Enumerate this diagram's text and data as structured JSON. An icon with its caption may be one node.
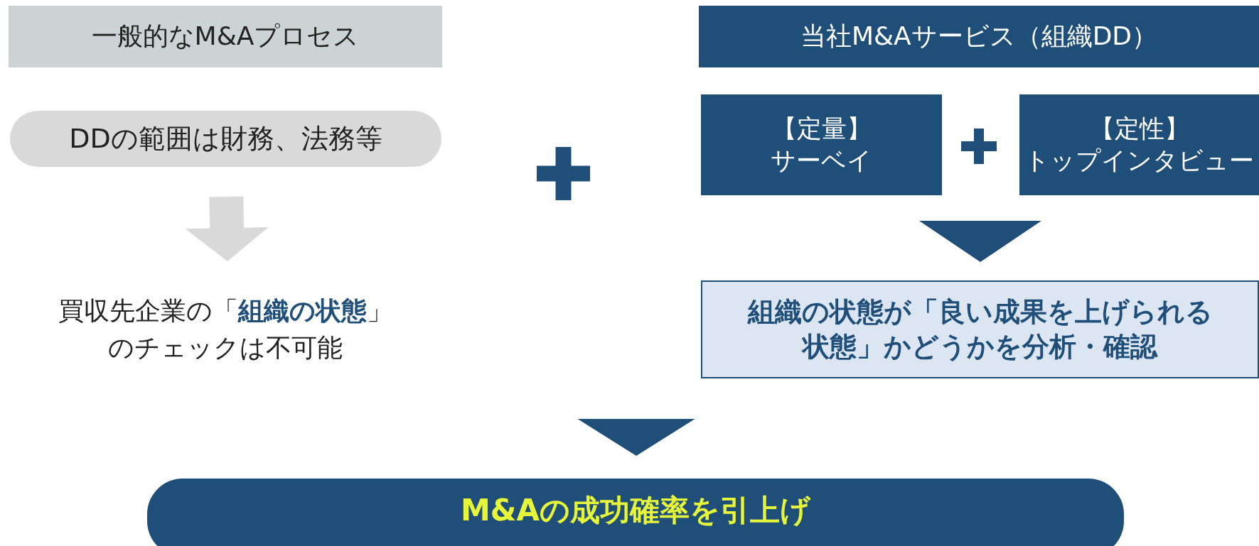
{
  "diagram": {
    "nodes": [
      {
        "text": [
          "一般的なM&Aプロセス"
        ]
      },
      {
        "text": [
          "当社M&Aサービス（組織DD）"
        ]
      },
      {
        "text": [
          "DDの範囲は財務、法務等"
        ]
      },
      {
        "text": [
          "【定量】",
          "サーベイ"
        ]
      },
      {
        "text": [
          "【定性】",
          "トップインタビュー"
        ]
      },
      {
        "text": [
          "買収先企業の「**組織の状態**」のチェックは不可能"
        ]
      },
      {
        "text": [
          "組織の状態が「良い成果を上げられる状態」かどうかを分析・確認"
        ]
      },
      {
        "text": [
          "M&Aの成功確率を引上げ"
        ]
      }
    ],
    "edges": [
      {
        "from": 2,
        "to": 5,
        "arrow": "to",
        "color": "#d9d9d9"
      },
      {
        "from": null,
        "to": 6,
        "arrow": "to"
      },
      {
        "from": null,
        "to": 7,
        "arrow": "to"
      }
    ]
  }
}
